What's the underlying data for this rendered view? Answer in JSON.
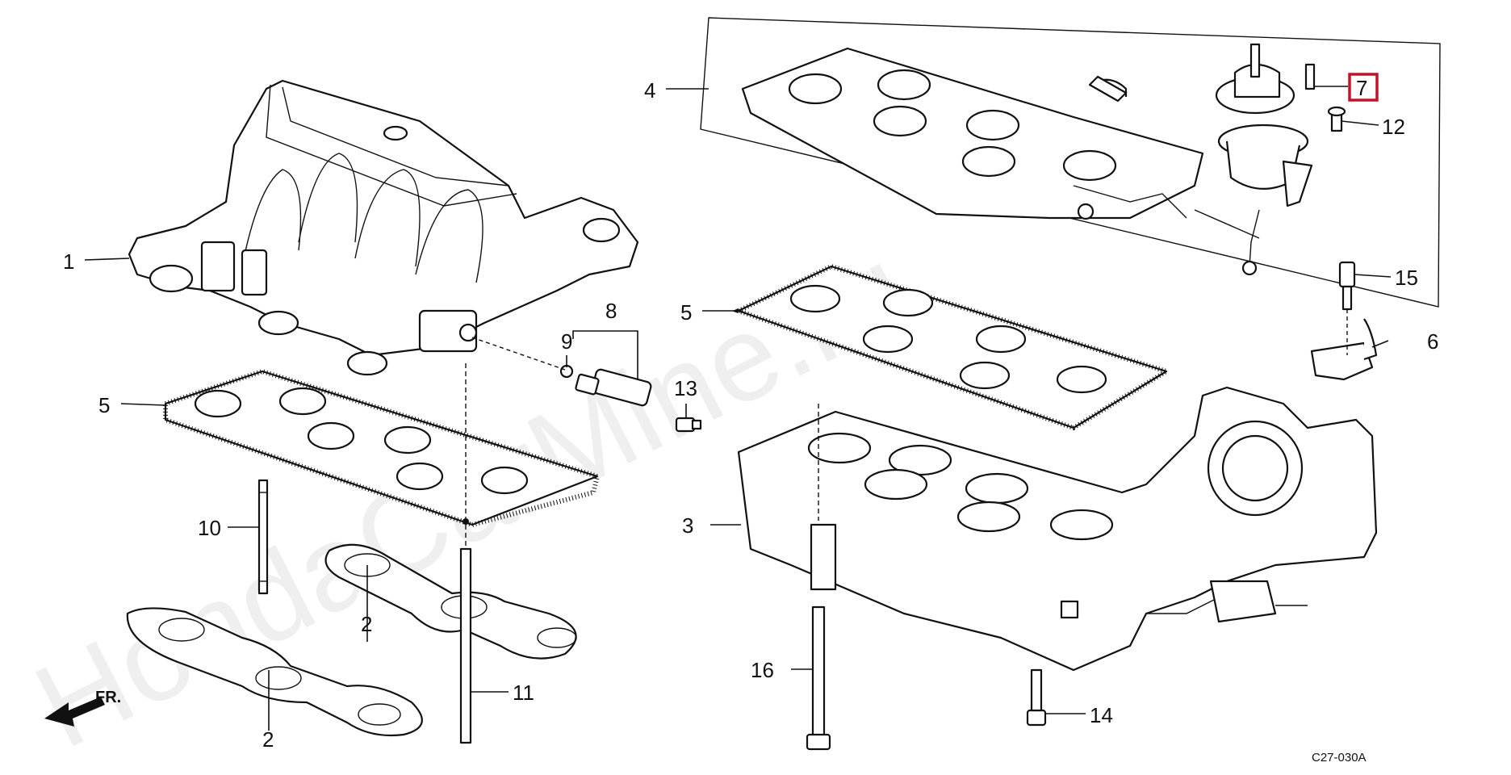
{
  "diagram": {
    "code": "C27-030A",
    "direction_label": "FR.",
    "watermark": "HondaCarMine.ru",
    "highlighted_label": "7",
    "callouts": [
      {
        "id": "1",
        "text": "1"
      },
      {
        "id": "2a",
        "text": "2"
      },
      {
        "id": "2b",
        "text": "2"
      },
      {
        "id": "3",
        "text": "3"
      },
      {
        "id": "4",
        "text": "4"
      },
      {
        "id": "5a",
        "text": "5"
      },
      {
        "id": "5b",
        "text": "5"
      },
      {
        "id": "6",
        "text": "6"
      },
      {
        "id": "7",
        "text": "7"
      },
      {
        "id": "8",
        "text": "8"
      },
      {
        "id": "9",
        "text": "9"
      },
      {
        "id": "10",
        "text": "10"
      },
      {
        "id": "11",
        "text": "11"
      },
      {
        "id": "12",
        "text": "12"
      },
      {
        "id": "13",
        "text": "13"
      },
      {
        "id": "14",
        "text": "14"
      },
      {
        "id": "15",
        "text": "15"
      },
      {
        "id": "16",
        "text": "16"
      }
    ]
  }
}
